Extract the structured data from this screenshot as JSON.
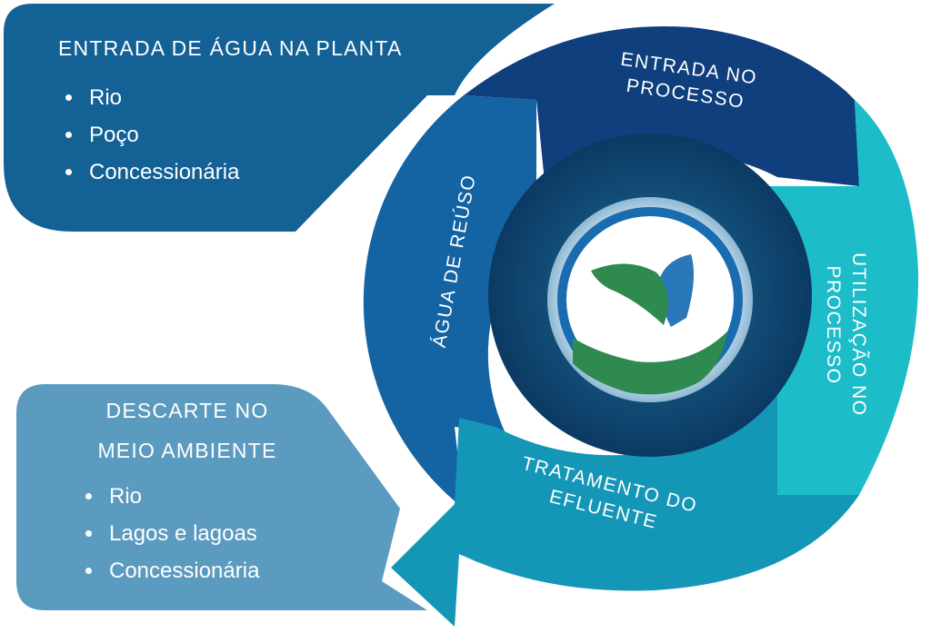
{
  "entry": {
    "title": "ENTRADA DE ÁGUA NA PLANTA",
    "items": [
      "Rio",
      "Poço",
      "Concessionária"
    ]
  },
  "discharge": {
    "title_line1": "DESCARTE NO",
    "title_line2": "MEIO AMBIENTE",
    "items": [
      "Rio",
      "Lagos e lagoas",
      "Concessionária"
    ]
  },
  "cycle": {
    "process_input_line1": "ENTRADA NO",
    "process_input_line2": "PROCESSO",
    "process_use_line1": "UTILIZAÇÃO NO",
    "process_use_line2": "PROCESSO",
    "treatment_line1": "TRATAMENTO DO",
    "treatment_line2": "EFLUENTE",
    "reuse": "ÁGUA DE REÚSO"
  },
  "colors": {
    "entry_panel": "#136195",
    "discharge_panel": "#5b9bbf",
    "segment_input": "#0f3f7c",
    "segment_use": "#1cbcc9",
    "segment_treatment": "#1496b7",
    "segment_reuse": "#1463a2",
    "core": "#0c3f66",
    "logo_blue": "#1a6cb0",
    "logo_green": "#2e8a4e"
  }
}
